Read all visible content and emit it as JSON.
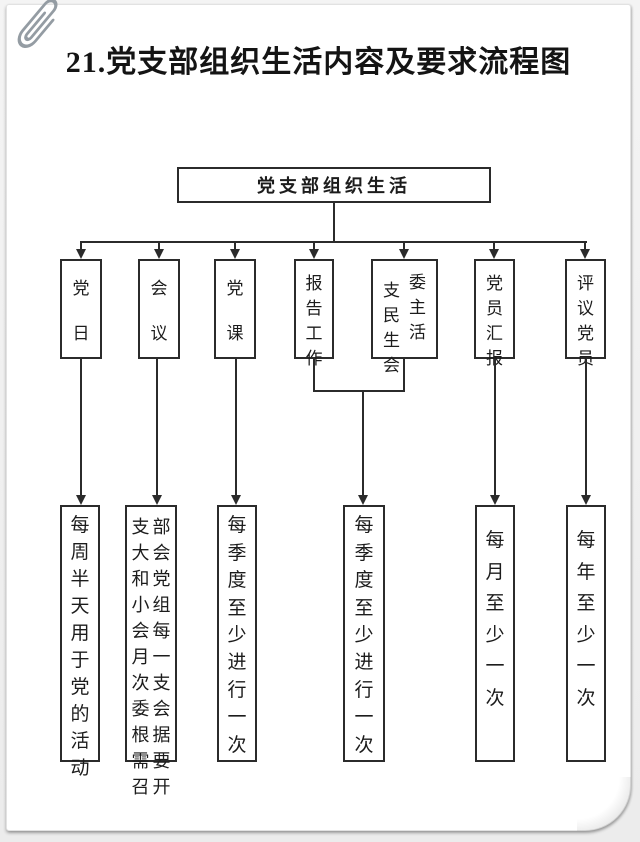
{
  "page": {
    "title": "21.党支部组织生活内容及要求流程图"
  },
  "flowchart": {
    "root_label": "党支部组织生活",
    "branches": [
      {
        "label": "党日"
      },
      {
        "label": "会议"
      },
      {
        "label": "党课"
      },
      {
        "label": "报告工作"
      },
      {
        "label": "支委民主生活会",
        "columns": [
          "支民生会",
          "委主活"
        ]
      },
      {
        "label": "党员汇报"
      },
      {
        "label": "评议党员"
      }
    ],
    "requirements": [
      {
        "for": "党日",
        "label": "每周半天用于党的活动"
      },
      {
        "for": "会议",
        "label": "支部大会和党小组会每月一次支委会根据需要召开",
        "columns": [
          "支大和小会月次委根需召",
          "部会党组每一支会据要开"
        ]
      },
      {
        "for": "党课",
        "label": "每季度至少进行一次"
      },
      {
        "for": "报告工作、支委民主生活会",
        "label": "每季度至少进行一次"
      },
      {
        "for": "党员汇报",
        "label": "每月至少一次"
      },
      {
        "for": "评议党员",
        "label": "每年至少一次"
      }
    ]
  }
}
